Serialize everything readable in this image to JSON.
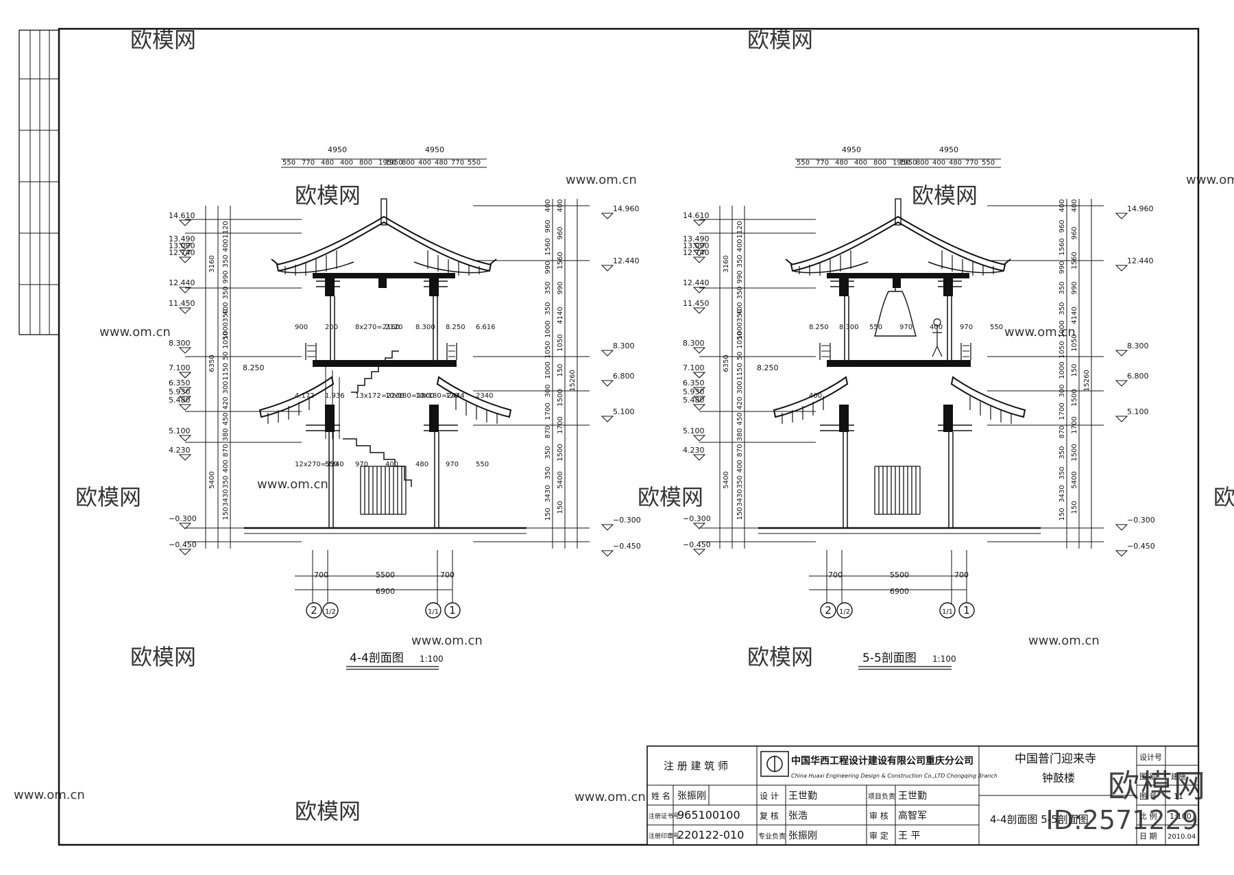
{
  "watermark": {
    "brand": "欧模网",
    "url": "www.om.cn",
    "id": "ID:2571229"
  },
  "colors": {
    "line": "#111111",
    "paper": "#ffffff",
    "watermark": "#d0d0d0"
  },
  "sections": [
    {
      "title": "4-4剖面图",
      "scale": "1:100",
      "top_dims_left": [
        "4950",
        "550",
        "770",
        "480",
        "400",
        "800",
        "1950"
      ],
      "top_dims_right": [
        "4950",
        "1950",
        "800",
        "400",
        "480",
        "770",
        "550"
      ],
      "left_elevations": [
        "14.610",
        "13.490",
        "13.090",
        "12.740",
        "12.440",
        "11.450",
        "8.300",
        "8.250",
        "7.100",
        "6.350",
        "5.930",
        "5.480",
        "5.100",
        "4.230",
        "−0.300",
        "−0.450"
      ],
      "right_elevations": [
        "14.960",
        "12.440",
        "8.300",
        "6.800",
        "5.100",
        "−0.300",
        "−0.450"
      ],
      "left_dim_col1": [
        "3160",
        "6350",
        "5400"
      ],
      "left_dim_col2": [
        "1120",
        "400",
        "350",
        "990",
        "350",
        "400",
        "1000350",
        "1050",
        "50",
        "1150",
        "300",
        "420",
        "450",
        "380",
        "870",
        "400",
        "350",
        "3430",
        "150"
      ],
      "right_dim_col1": [
        "400",
        "960",
        "1560",
        "990",
        "350",
        "350",
        "1000",
        "1050",
        "1000",
        "300",
        "1700",
        "870",
        "350",
        "350",
        "3430",
        "150"
      ],
      "right_dim_col2": [
        "400",
        "960",
        "1560",
        "990",
        "4140",
        "1050",
        "150",
        "1500",
        "1700",
        "1500",
        "5400",
        "150"
      ],
      "right_total": "15260",
      "bottom_dims": [
        "700",
        "5500",
        "700",
        "6900"
      ],
      "grid_axes": [
        "2",
        "1/2",
        "1/1",
        "1"
      ],
      "extra_notes": [
        "900",
        "200",
        "8x270=2160",
        "2120",
        "8.300",
        "8.250",
        "6.616",
        "4.172",
        "1.936",
        "13x172=2236",
        "10x180=1800",
        "10x180=2444",
        "120",
        "2340",
        "12x270=3240",
        "550",
        "970",
        "400",
        "480",
        "970",
        "550"
      ]
    },
    {
      "title": "5-5剖面图",
      "scale": "1:100",
      "top_dims_left": [
        "4950",
        "550",
        "770",
        "480",
        "400",
        "800",
        "1950"
      ],
      "top_dims_right": [
        "4950",
        "1950",
        "800",
        "400",
        "480",
        "770",
        "550"
      ],
      "left_elevations": [
        "14.610",
        "13.490",
        "13.090",
        "12.740",
        "12.440",
        "11.450",
        "8.300",
        "8.250",
        "7.100",
        "6.350",
        "5.930",
        "5.480",
        "5.100",
        "4.230",
        "−0.300",
        "−0.450"
      ],
      "right_elevations": [
        "14.960",
        "12.440",
        "8.300",
        "6.800",
        "5.100",
        "−0.300",
        "−0.450"
      ],
      "left_dim_col1": [
        "3160",
        "6350",
        "5400"
      ],
      "left_dim_col2": [
        "1120",
        "400",
        "350",
        "990",
        "350",
        "400",
        "1000350",
        "1050",
        "50",
        "1150",
        "300",
        "420",
        "450",
        "380",
        "870",
        "400",
        "350",
        "3430",
        "150"
      ],
      "right_dim_col1": [
        "400",
        "960",
        "1560",
        "990",
        "350",
        "350",
        "1000",
        "1050",
        "1000",
        "300",
        "1700",
        "870",
        "350",
        "350",
        "3430",
        "150"
      ],
      "right_dim_col2": [
        "400",
        "960",
        "1560",
        "990",
        "4140",
        "1050",
        "150",
        "1500",
        "1700",
        "1500",
        "5400",
        "150"
      ],
      "right_total": "15260",
      "bottom_dims": [
        "700",
        "5500",
        "700",
        "6900"
      ],
      "grid_axes": [
        "2",
        "1/2",
        "1/1",
        "1"
      ],
      "extra_notes": [
        "8.250",
        "8.300",
        "550",
        "970",
        "400",
        "970",
        "550",
        "400"
      ]
    }
  ],
  "title_block": {
    "architect_header": "注 册 建 筑 师",
    "name_label": "姓 名",
    "name_value": "张振刚",
    "reg_label": "注册证书号",
    "reg_value": "965100100",
    "seal_label": "注册印章号",
    "seal_value": "220122-010",
    "company_cn": "中国华西工程设计建设有限公司重庆分公司",
    "company_en": "China Huaxi Engineering Design & Construction Co.,LTD Chongqing Branch",
    "design_label": "设 计",
    "design_value": "王世勤",
    "check_label": "复 核",
    "check_value": "张浩",
    "lead_label": "专业负责",
    "lead_value": "张振刚",
    "pm_label": "项目负责",
    "pm_value": "王世勤",
    "review_label": "审 核",
    "review_value": "高智军",
    "approve_label": "审 定",
    "approve_value": "王 平",
    "project_name": "中国普门迎来寺",
    "building_name": "钟鼓楼",
    "drawing_name": "4-4剖面图  5-5剖面图",
    "meta_labels": [
      "设计号",
      "图 别",
      "图 号",
      "比 例",
      "日 期"
    ],
    "meta_values": [
      "",
      "建施",
      "11",
      "1:100",
      "2010.04"
    ]
  }
}
